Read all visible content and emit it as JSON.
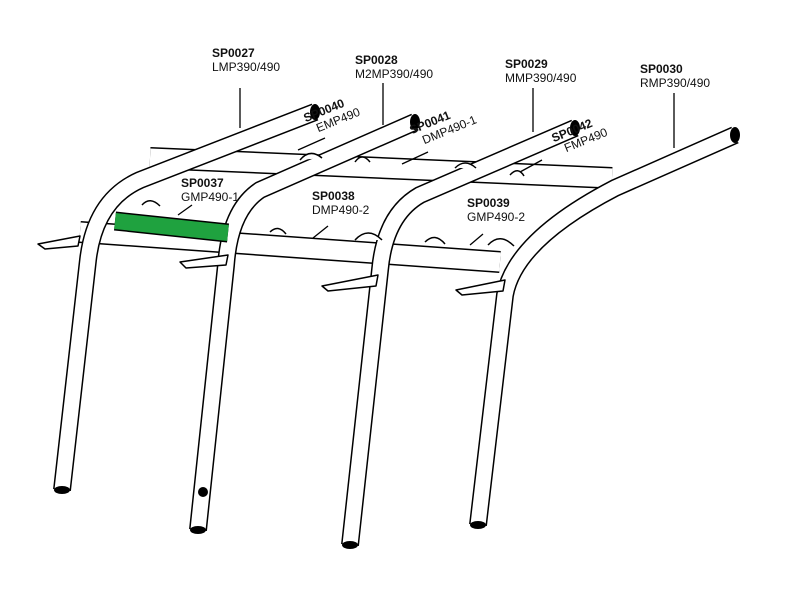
{
  "accent_color": "#1fa23f",
  "parts": [
    {
      "code": "SP0027",
      "name": "LMP390/490"
    },
    {
      "code": "SP0028",
      "name": "M2MP390/490"
    },
    {
      "code": "SP0029",
      "name": "MMP390/490"
    },
    {
      "code": "SP0030",
      "name": "RMP390/490"
    },
    {
      "code": "SP0040",
      "name": "EMP490"
    },
    {
      "code": "SP0041",
      "name": "DMP490-1"
    },
    {
      "code": "SP0042",
      "name": "FMP490"
    },
    {
      "code": "SP0037",
      "name": "GMP490-1"
    },
    {
      "code": "SP0038",
      "name": "DMP490-2"
    },
    {
      "code": "SP0039",
      "name": "GMP490-2"
    }
  ]
}
